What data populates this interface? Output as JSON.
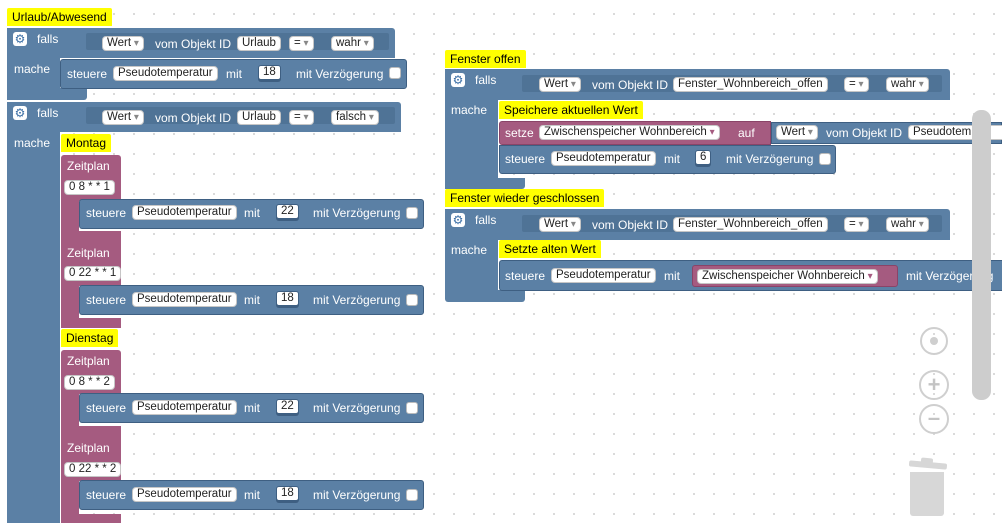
{
  "comments": {
    "vacation": "Urlaub/Abwesend",
    "monday": "Montag",
    "tuesday": "Dienstag",
    "window_open": "Fenster offen",
    "save_value": "Speichere aktuellen Wert",
    "window_closed": "Fenster wieder geschlossen",
    "restore_value": "Setzte alten Wert"
  },
  "kw": {
    "if": "falls",
    "do": "mache",
    "value": "Wert",
    "from_object": "vom Objekt ID",
    "control": "steuere",
    "with": "mit",
    "with_delay": "mit Verzögerung",
    "schedule": "Zeitplan",
    "set": "setze",
    "to": "auf"
  },
  "objects": {
    "vacation": "Urlaub",
    "pseudo_temp": "Pseudotemperatur",
    "window": "Fenster_Wohnbereich_offen",
    "pseudo_temp_clipped": "Pseudotem"
  },
  "ops": {
    "eq": "="
  },
  "bools": {
    "true": "wahr",
    "false": "falsch"
  },
  "values": {
    "vacation_temp": "18",
    "mon_morning": "22",
    "mon_evening": "18",
    "tue_morning": "22",
    "tue_evening": "18",
    "window_temp": "6"
  },
  "cron": {
    "mon_morning": "0 8 * * 1",
    "mon_evening": "0 22 * * 1",
    "tue_morning": "0 8 * * 2",
    "tue_evening": "0 22 * * 2"
  },
  "variable": "Zwischenspeicher Wohnbereich",
  "colors": {
    "logic": "#5b80a5",
    "variable": "#a55b80",
    "comment": "#ffff00"
  },
  "icons": {
    "settings": "gear-icon",
    "target": "target-icon",
    "zoom_in": "zoom-in-icon",
    "zoom_out": "zoom-out-icon",
    "trash": "trash-icon"
  }
}
